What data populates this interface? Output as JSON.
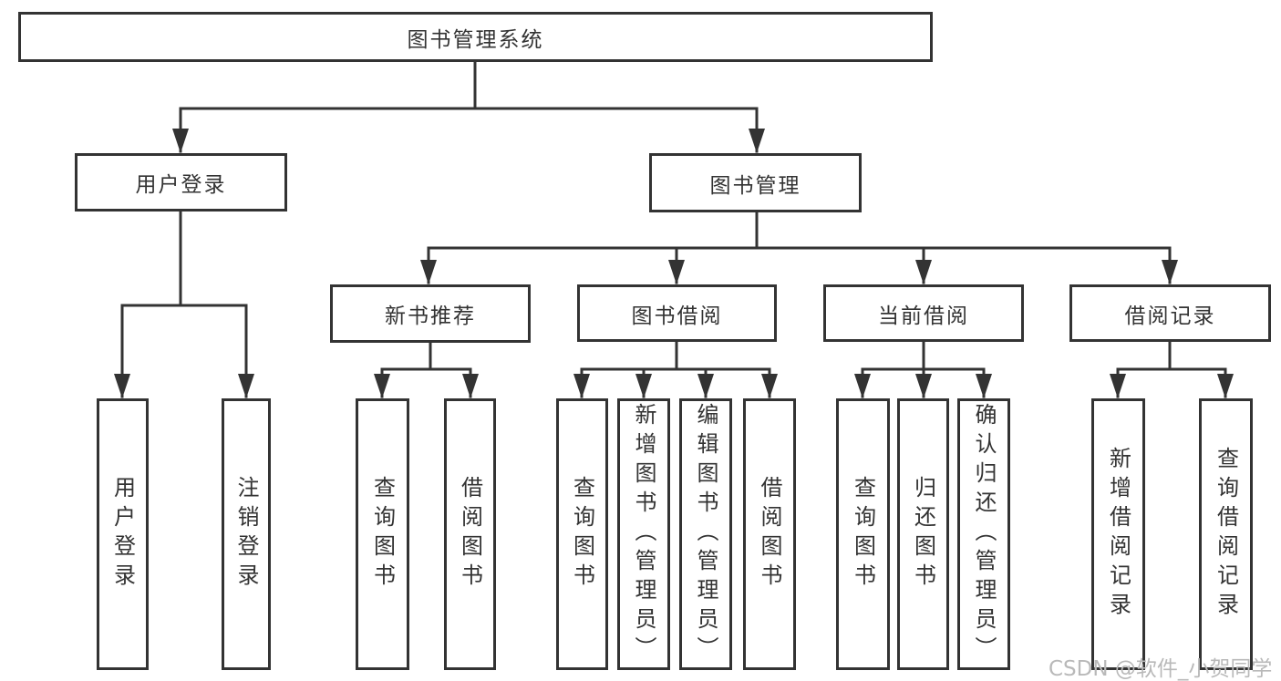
{
  "diagram": {
    "root": {
      "label": "图书管理系统"
    },
    "level2": [
      {
        "label": "用户登录"
      },
      {
        "label": "图书管理"
      }
    ],
    "level3": [
      {
        "label": "新书推荐"
      },
      {
        "label": "图书借阅"
      },
      {
        "label": "当前借阅"
      },
      {
        "label": "借阅记录"
      }
    ],
    "leaves": [
      {
        "label": "用户登录"
      },
      {
        "label": "注销登录"
      },
      {
        "label": "查询图书"
      },
      {
        "label": "借阅图书"
      },
      {
        "label": "查询图书"
      },
      {
        "label": "新增图书（管理员）"
      },
      {
        "label": "编辑图书（管理员）"
      },
      {
        "label": "借阅图书"
      },
      {
        "label": "查询图书"
      },
      {
        "label": "归还图书"
      },
      {
        "label": "确认归还（管理员）"
      },
      {
        "label": "新增借阅记录"
      },
      {
        "label": "查询借阅记录"
      }
    ]
  },
  "watermark": {
    "text": "CSDN @软件_小贺同学"
  },
  "colors": {
    "line": "#333333",
    "text": "#333333",
    "background": "#ffffff",
    "watermark": "#b9b9b9"
  }
}
